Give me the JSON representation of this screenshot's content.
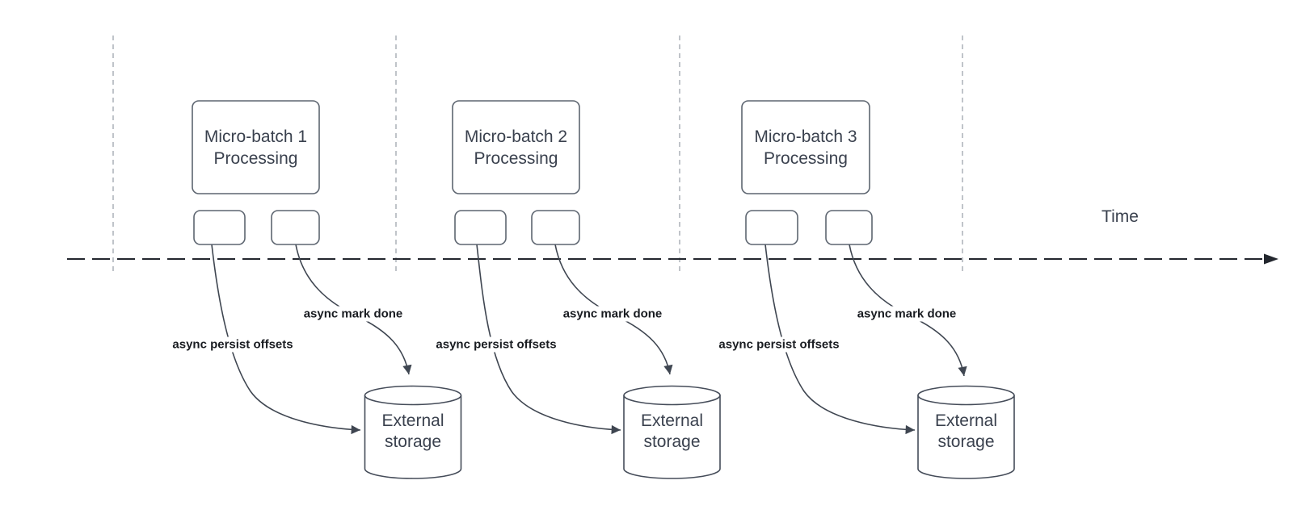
{
  "diagram": {
    "time_label": "Time",
    "batches": [
      {
        "title_line1": "Micro-batch 1",
        "title_line2": "Processing",
        "persist_label": "async persist offsets",
        "done_label": "async mark done",
        "storage_line1": "External",
        "storage_line2": "storage"
      },
      {
        "title_line1": "Micro-batch 2",
        "title_line2": "Processing",
        "persist_label": "async persist offsets",
        "done_label": "async mark done",
        "storage_line1": "External",
        "storage_line2": "storage"
      },
      {
        "title_line1": "Micro-batch 3",
        "title_line2": "Processing",
        "persist_label": "async persist offsets",
        "done_label": "async mark done",
        "storage_line1": "External",
        "storage_line2": "storage"
      }
    ],
    "colors": {
      "connector_stroke": "#3f4651",
      "shape_border": "#5d6570",
      "cylinder_border": "#454c59",
      "divider_dashed": "#b1b6bc",
      "time_axis": "#23272e",
      "title_text": "#3a414e",
      "bold_label_text": "#191c21",
      "background": "#ffffff"
    }
  }
}
